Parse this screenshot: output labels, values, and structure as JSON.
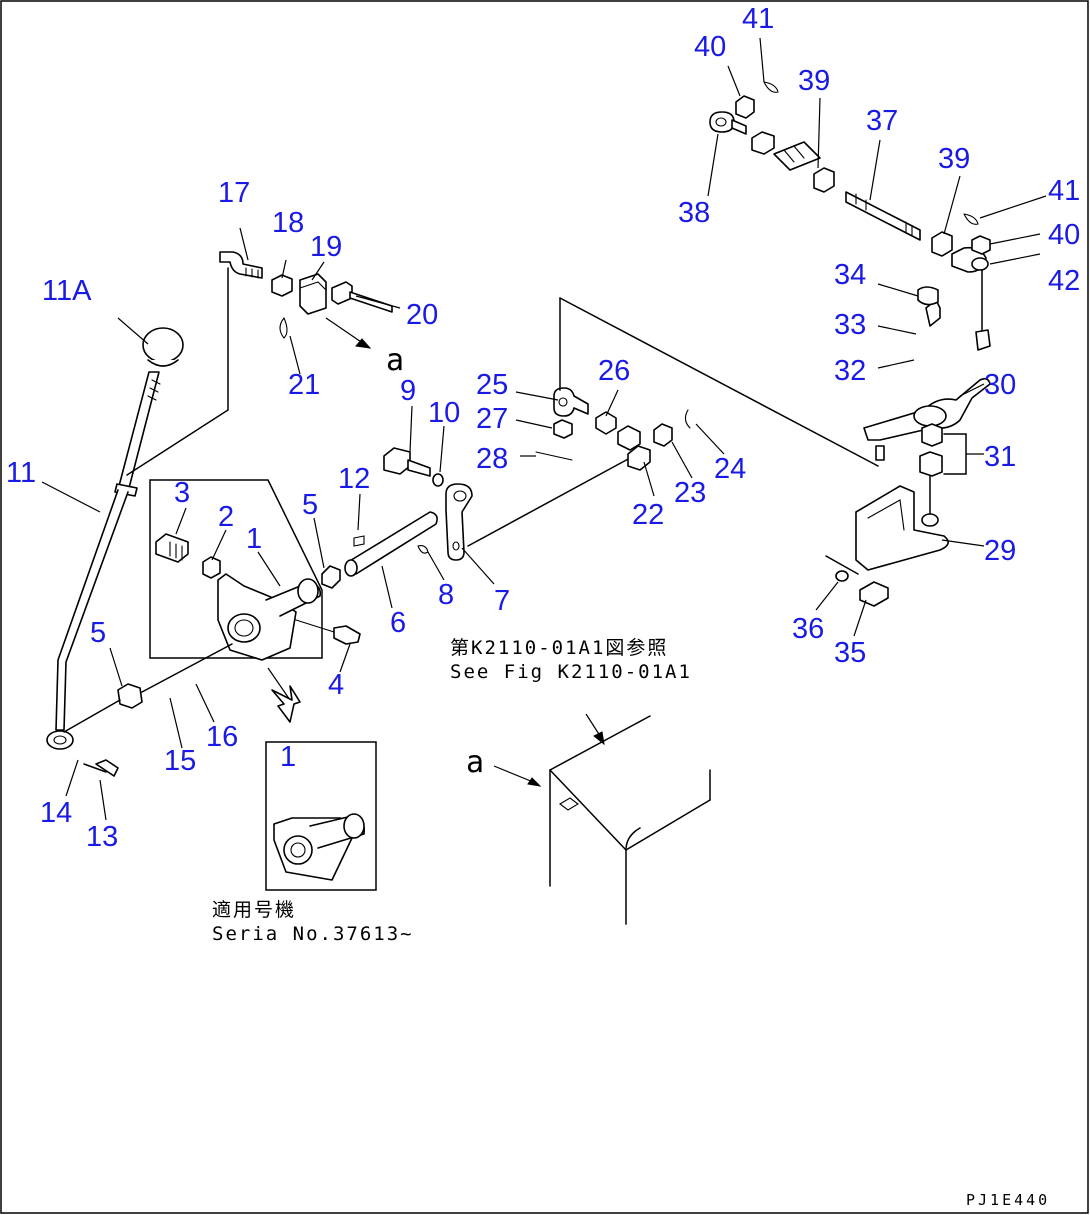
{
  "callouts": [
    "1",
    "2",
    "3",
    "4",
    "5",
    "6",
    "7",
    "8",
    "9",
    "10",
    "11",
    "11A",
    "12",
    "13",
    "14",
    "15",
    "16",
    "17",
    "18",
    "19",
    "20",
    "21",
    "22",
    "23",
    "24",
    "25",
    "26",
    "27",
    "28",
    "29",
    "30",
    "31",
    "32",
    "33",
    "34",
    "35",
    "36",
    "37",
    "38",
    "39",
    "40",
    "41",
    "42"
  ],
  "notes": {
    "ref_jp": "第K2110-01A1図参照",
    "ref_en": "See Fig K2110-01A1",
    "serial_jp": "適用号機",
    "serial_en": "Seria No.37613~",
    "ref_marker": "a",
    "drawing_code": "PJ1E440"
  },
  "colors": {
    "callout": "#1a1ae6",
    "line": "#000000",
    "background": "#ffffff"
  }
}
